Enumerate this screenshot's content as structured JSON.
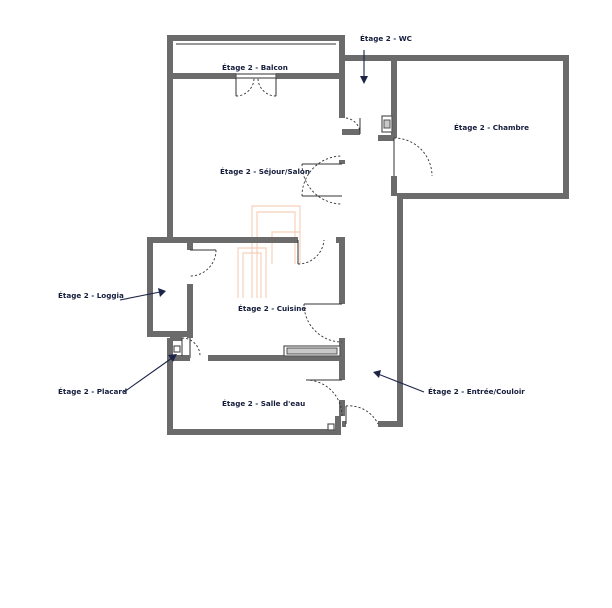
{
  "plan": {
    "rooms": {
      "wc": "Étage 2 - WC",
      "balcon": "Étage 2 - Balcon",
      "chambre": "Étage 2 - Chambre",
      "sejour": "Étage 2 - Séjour/Salon",
      "loggia": "Étage 2 - Loggia",
      "cuisine": "Étage 2 - Cuisine",
      "placard": "Étage 2 - Placard",
      "salle_eau": "Étage 2 - Salle d'eau",
      "entree": "Étage 2 - Entrée/Couloir"
    },
    "colors": {
      "wall": "#6b6b6b",
      "label": "#141c3c",
      "watermark": "#f4c9b3"
    }
  }
}
